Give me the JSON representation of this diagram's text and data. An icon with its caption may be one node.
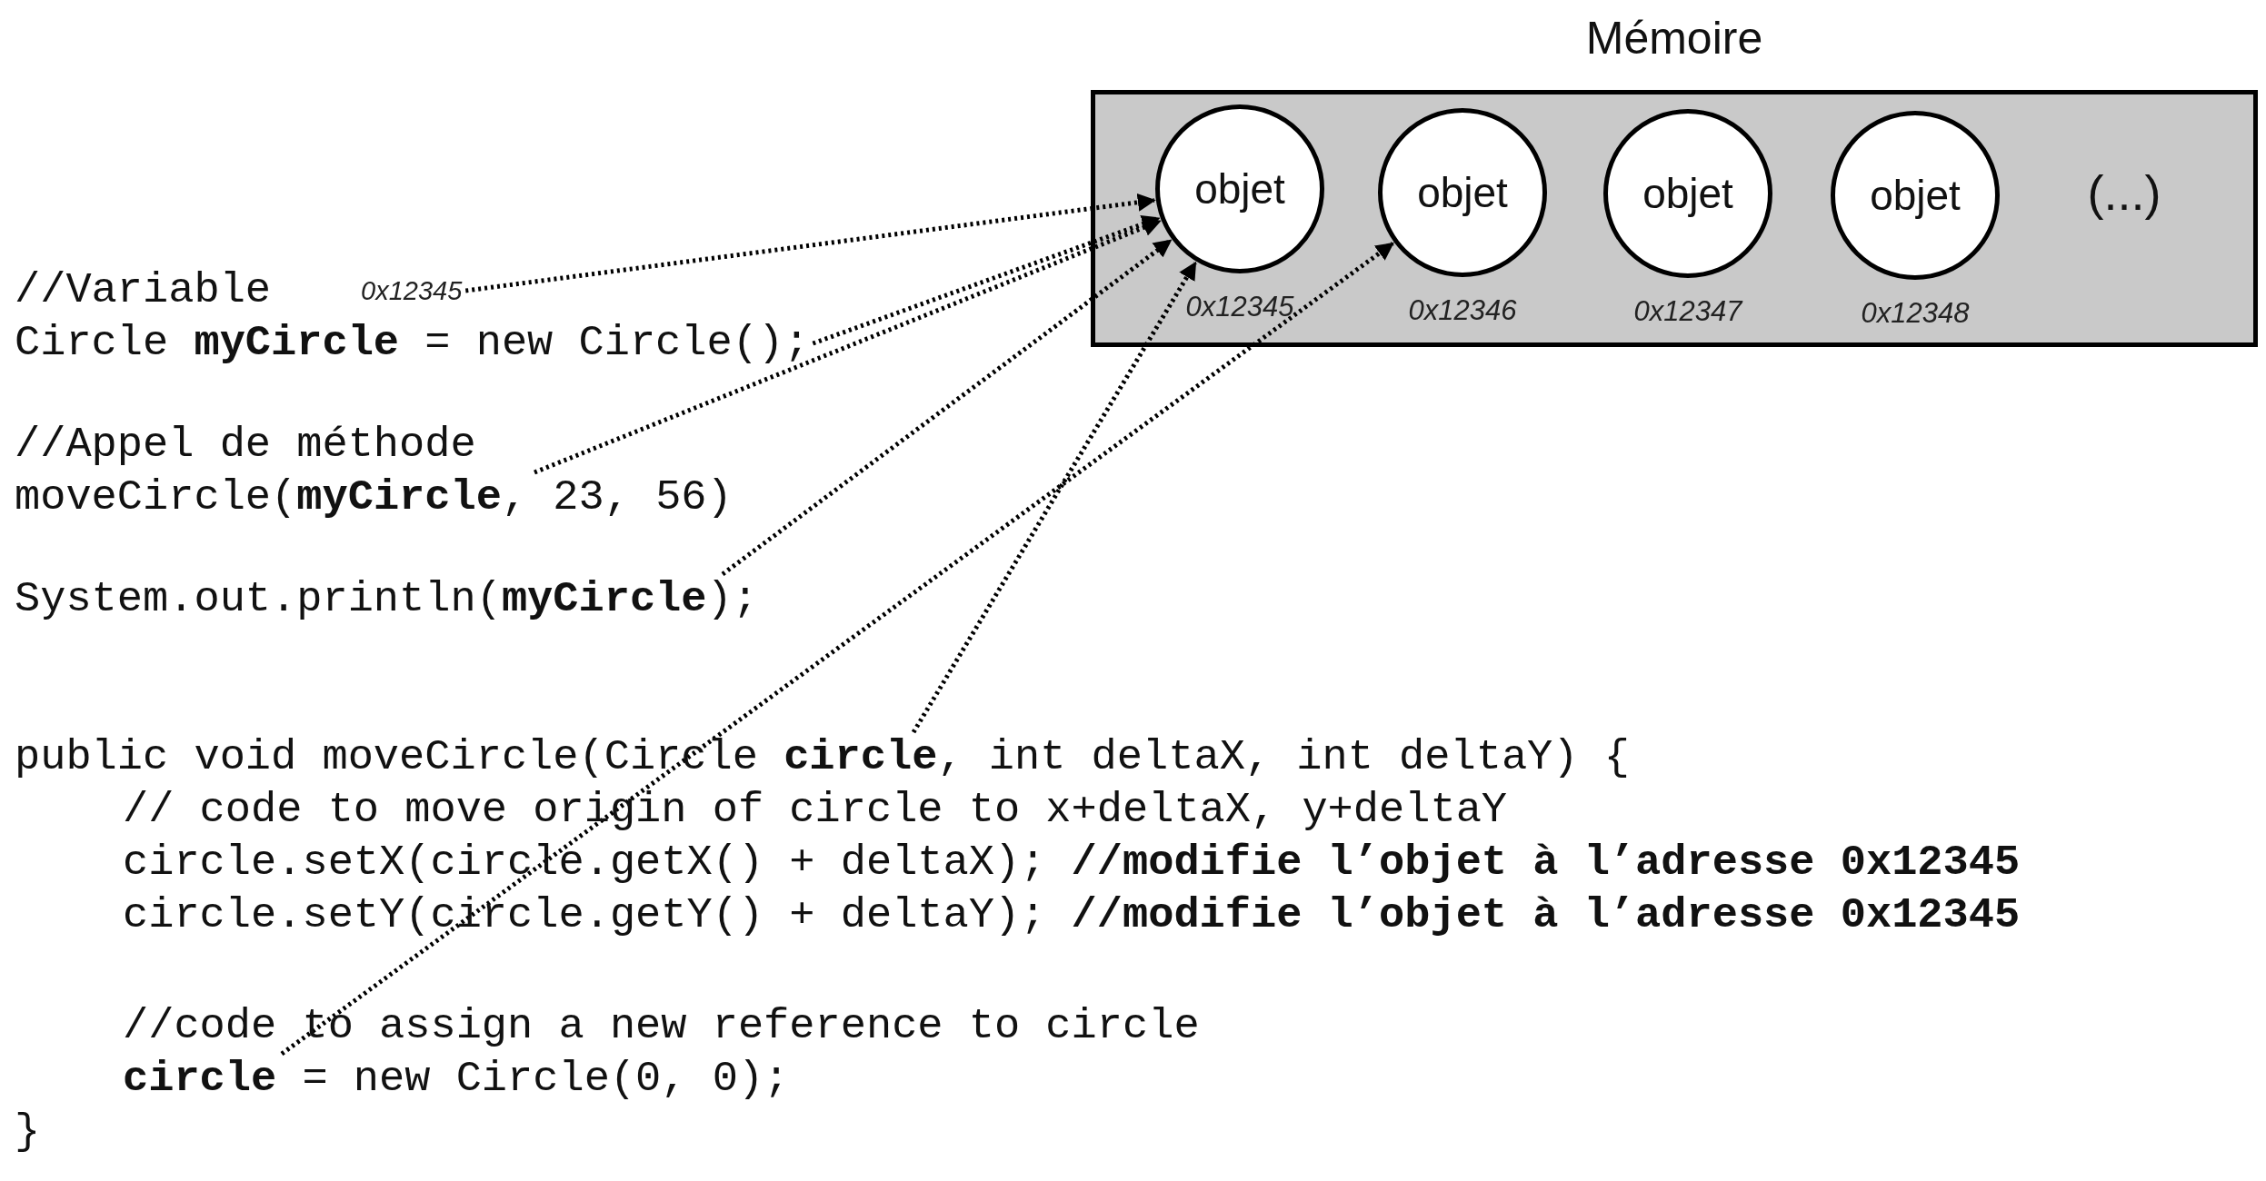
{
  "diagram": {
    "nodes": [
      {
        "text": [
          "Mémoire"
        ]
      },
      {
        "text": [
          "objet"
        ],
        "in": 0,
        "beside": [
          "0x12345"
        ]
      },
      {
        "text": [
          "objet"
        ],
        "in": 0,
        "beside": [
          "0x12346"
        ]
      },
      {
        "text": [
          "objet"
        ],
        "in": 0,
        "beside": [
          "0x12347"
        ]
      },
      {
        "text": [
          "objet"
        ],
        "in": 0,
        "beside": [
          "0x12348"
        ]
      },
      {
        "text": [
          "0x12345"
        ]
      },
      {
        "text": [
          "Circle **myCircle** = new Circle();"
        ]
      },
      {
        "text": [
          "moveCircle(**myCircle**, 23, 56)"
        ]
      },
      {
        "text": [
          "System.out.println(**myCircle**);"
        ]
      },
      {
        "text": [
          "public void moveCircle(Circle **circle**, int deltaX, int deltaY) {"
        ]
      },
      {
        "text": [
          "**circle** = new Circle(0, 0);"
        ]
      }
    ],
    "edges": [
      {
        "from": 5,
        "to": 1,
        "arrow": "to"
      },
      {
        "from": 6,
        "to": 1,
        "arrow": "to"
      },
      {
        "from": 7,
        "to": 1,
        "arrow": "to"
      },
      {
        "from": 8,
        "to": 1,
        "arrow": "to"
      },
      {
        "from": 9,
        "to": 1,
        "arrow": "to"
      },
      {
        "from": 10,
        "to": 2,
        "arrow": "to"
      }
    ],
    "labels": [
      "(...)",
      "//Variable",
      "//Appel de méthode",
      "// code to move origin of circle to x+deltaX, y+deltaY",
      "circle.setX(circle.getX() + deltaX); **//modifie l’objet à l’adresse 0x12345**",
      "circle.setY(circle.getY() + deltaY); **//modifie l’objet à l’adresse 0x12345**",
      "//code to assign a new reference to circle",
      "}"
    ]
  }
}
